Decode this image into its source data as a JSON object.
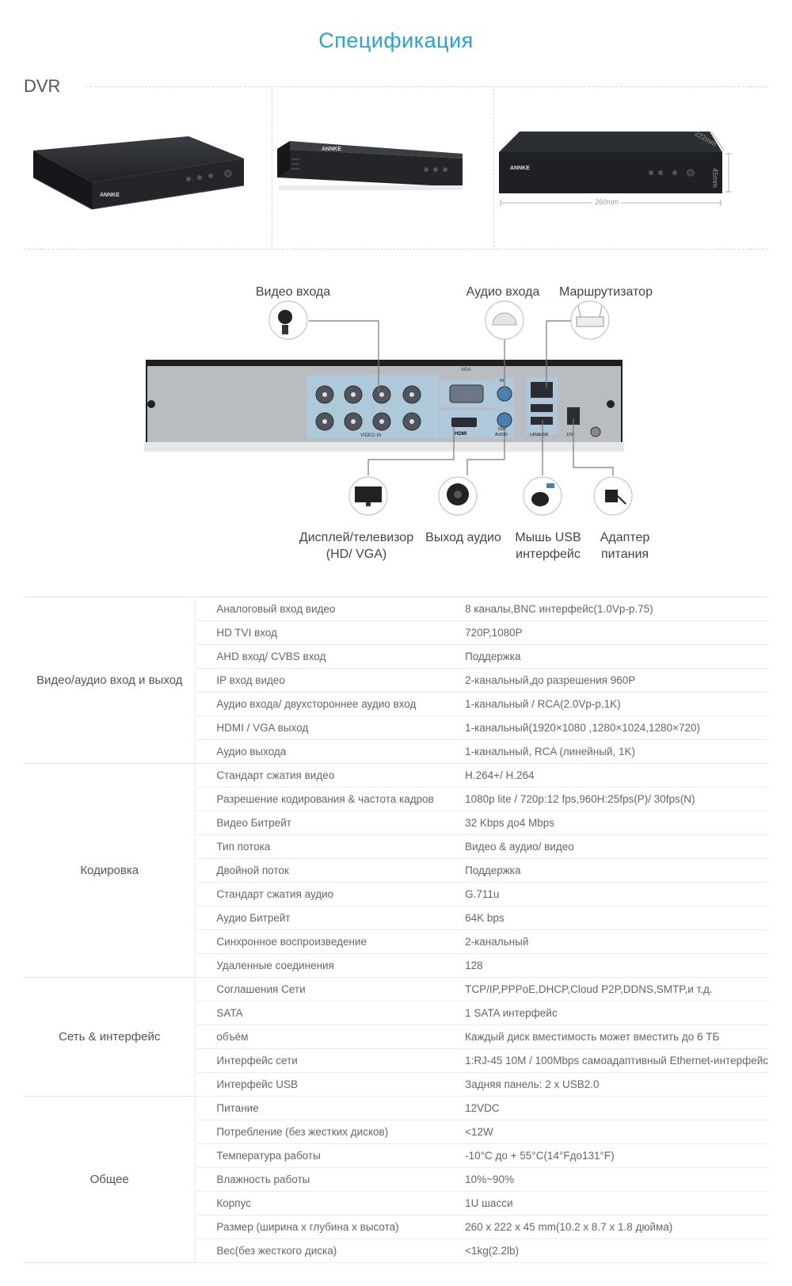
{
  "page": {
    "title": "Спецификация",
    "dvr_label": "DVR",
    "accent_color": "#2aa3c8"
  },
  "photos": [
    {
      "brand": "ANNKE"
    },
    {
      "brand": "ANNKE"
    },
    {
      "brand": "ANNKE",
      "dim_depth": "222mm",
      "dim_height": "45mm",
      "dim_width": "260mm"
    }
  ],
  "panel": {
    "port_vga": "VGA",
    "port_hdmi": "HDMI",
    "port_video_in": "VIDEO IN",
    "port_audio": "AUDIO",
    "port_in": "IN",
    "port_out": "OUT",
    "port_lan_usb": "LAN&USB",
    "port_power": "12V"
  },
  "connections": {
    "top": [
      {
        "label": "Видео входа",
        "icon": "camera-icon"
      },
      {
        "label": "Аудио входа",
        "icon": "microphone-icon"
      },
      {
        "label": "Маршрутизатор",
        "icon": "router-icon"
      }
    ],
    "bottom": [
      {
        "label_line1": "Дисплей/телевизор",
        "label_line2": "(HD/ VGA)",
        "icon": "monitor-icon"
      },
      {
        "label_line1": "Выход аудио",
        "label_line2": "",
        "icon": "speaker-icon"
      },
      {
        "label_line1": "Мышь USB",
        "label_line2": "интерфейс",
        "icon": "mouse-icon"
      },
      {
        "label_line1": "Адаптер",
        "label_line2": "питания",
        "icon": "power-adapter-icon"
      }
    ]
  },
  "spec": {
    "groups": [
      {
        "category": "Видео/аудио вход и выход",
        "rows": [
          {
            "param": "Аналоговый вход видео",
            "value": "8 каналы,BNC интерфейс(1.0Vp-p.75)"
          },
          {
            "param": "HD TVI вход",
            "value": "720P,1080P"
          },
          {
            "param": "AHD вход/ CVBS вход",
            "value": "Поддержка"
          },
          {
            "param": "IP вход видео",
            "value": "2-канальный,до разрешения 960P"
          },
          {
            "param": "Аудио входа/ двухстороннее аудио вход",
            "value": "1-канальный / RCA(2.0Vp-p,1K)"
          },
          {
            "param": "HDMI / VGA выход",
            "value": "1-канальный(1920×1080 ,1280×1024,1280×720)"
          },
          {
            "param": "Аудио выхода",
            "value": "1-канальный, RCA (линейный, 1K)"
          }
        ]
      },
      {
        "category": "Кодировка",
        "rows": [
          {
            "param": "Стандарт сжатия видео",
            "value": "H.264+/ H.264"
          },
          {
            "param": "Разрешение кодирования & частота кадров",
            "value": "1080p lite / 720p:12 fps,960H:25fps(P)/ 30fps(N)"
          },
          {
            "param": "Видео Битрейт",
            "value": "32 Kbps до4 Mbps"
          },
          {
            "param": "Тип потока",
            "value": "Видео  & аудио/ видео"
          },
          {
            "param": "Двойной поток",
            "value": "Поддержка"
          },
          {
            "param": "Стандарт сжатия аудио",
            "value": "G.711u"
          },
          {
            "param": "Аудио Битрейт",
            "value": "64K bps"
          },
          {
            "param": "Синхронное воспроизведение",
            "value": "2-канальный"
          },
          {
            "param": "Удаленные соединения",
            "value": "128"
          }
        ]
      },
      {
        "category": "Сеть & интерфейс",
        "rows": [
          {
            "param": "Соглашения Сети",
            "value": "TCP/IP,PPPoE,DHCP,Cloud P2P,DDNS,SMTP,и т.д."
          },
          {
            "param": "SATA",
            "value": "1 SATA интерфейс"
          },
          {
            "param": "объём",
            "value": "Каждый диск вместимость может вместить до 6 ТБ"
          },
          {
            "param": "Интерфейс сети",
            "value": "1:RJ-45 10M / 100Mbps самоадаптивный Ethernet-интерфейс"
          },
          {
            "param": "Интерфейс USB",
            "value": "Задняя панель: 2 x USB2.0"
          }
        ]
      },
      {
        "category": "Общее",
        "rows": [
          {
            "param": "Питание",
            "value": "12VDC"
          },
          {
            "param": "Потребление (без жестких дисков)",
            "value": "<12W"
          },
          {
            "param": "Температура работы",
            "value": "-10°C до + 55°C(14°Fдо131°F)"
          },
          {
            "param": "Влажность работы",
            "value": "10%~90%"
          },
          {
            "param": "Корпус",
            "value": "1U шасси"
          },
          {
            "param": "Размер (ширина x глубина x высота)",
            "value": "260 x 222 x 45 mm(10.2 x 8.7 x 1.8 дюйма)"
          },
          {
            "param": "Вес(без жесткого диска)",
            "value": "<1kg(2.2lb)"
          }
        ]
      }
    ]
  }
}
